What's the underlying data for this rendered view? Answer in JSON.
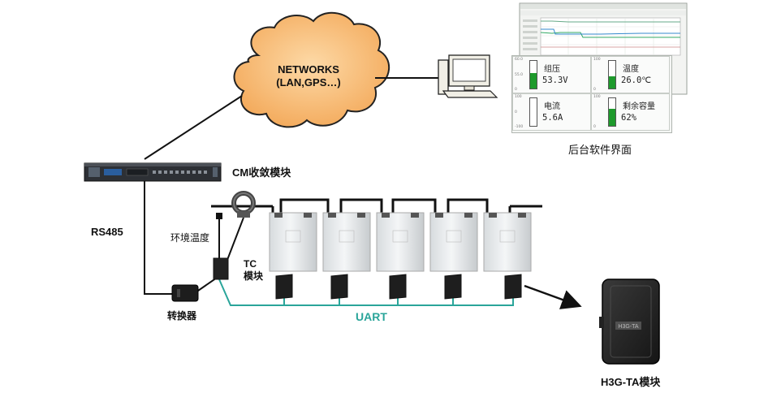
{
  "network": {
    "line1": "NETWORKS",
    "line2": "(LAN,GPS…)"
  },
  "software": {
    "caption": "后台软件界面",
    "readouts": [
      {
        "label": "组压",
        "value": "53.3V",
        "level": 0.55
      },
      {
        "label": "温度",
        "value": "26.0℃",
        "level": 0.45
      },
      {
        "label": "电流",
        "value": "5.6A",
        "level": 0.0
      },
      {
        "label": "剩余容量",
        "value": "62%",
        "level": 0.62
      }
    ]
  },
  "labels": {
    "cm_module": "CM收敛模块",
    "rs485": "RS485",
    "ambient_temp": "环境温度",
    "tc_module_line1": "TC",
    "tc_module_line2": "模块",
    "converter": "转换器",
    "uart": "UART",
    "h3g_module": "H3G-TA模块",
    "h3g_case_text": "H3G-TA"
  },
  "colors": {
    "cloud": "#f7b46a",
    "uart_line": "#2aa59a",
    "bar_fill": "#1e9a2c",
    "device_dark": "#2a2a2a"
  }
}
